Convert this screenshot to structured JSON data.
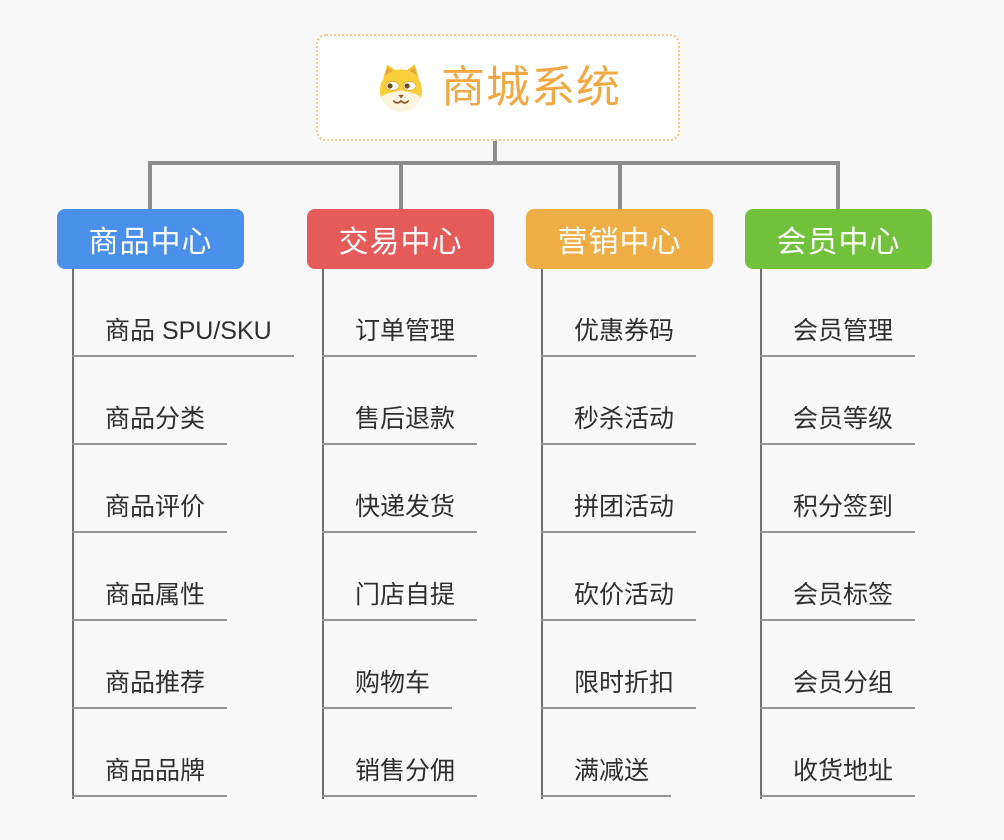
{
  "background": "#f8f8f8",
  "connector_color": "#8d8d8d",
  "root": {
    "title": "商城系统",
    "icon": "shiba-dog-icon",
    "title_color": "#f1a843",
    "border_color": "#f3c987"
  },
  "branches": [
    {
      "label": "商品中心",
      "color": "#4a8fe9",
      "items": [
        "商品 SPU/SKU",
        "商品分类",
        "商品评价",
        "商品属性",
        "商品推荐",
        "商品品牌"
      ]
    },
    {
      "label": "交易中心",
      "color": "#e45b59",
      "items": [
        "订单管理",
        "售后退款",
        "快递发货",
        "门店自提",
        "购物车",
        "销售分佣"
      ]
    },
    {
      "label": "营销中心",
      "color": "#eeae45",
      "items": [
        "优惠券码",
        "秒杀活动",
        "拼团活动",
        "砍价活动",
        "限时折扣",
        "满减送"
      ]
    },
    {
      "label": "会员中心",
      "color": "#72c13c",
      "items": [
        "会员管理",
        "会员等级",
        "积分签到",
        "会员标签",
        "会员分组",
        "收货地址"
      ]
    }
  ]
}
